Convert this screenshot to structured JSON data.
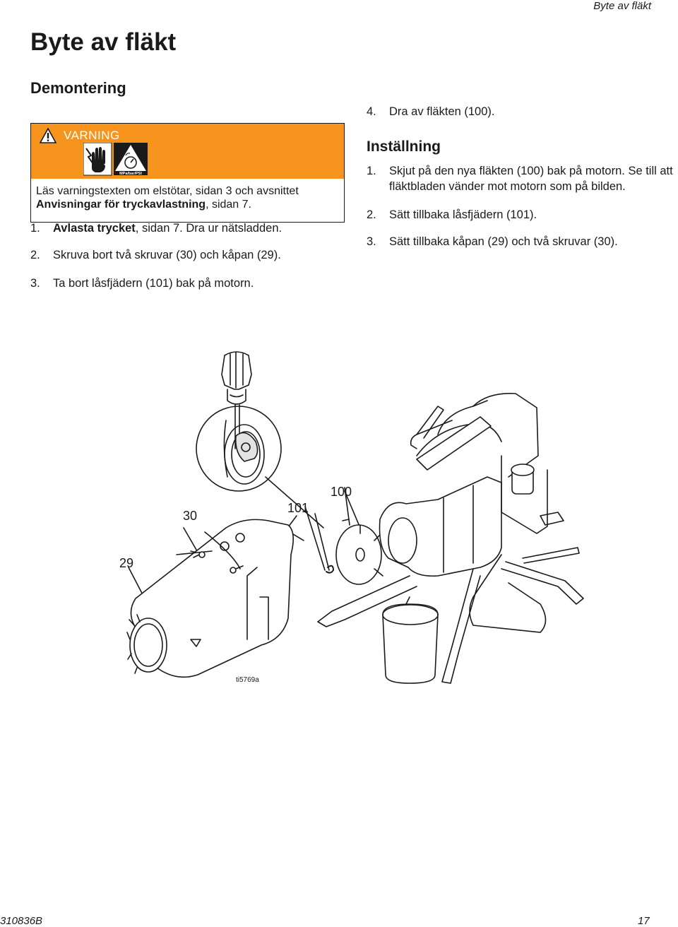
{
  "header": {
    "running_title": "Byte av fläkt"
  },
  "title": "Byte av fläkt",
  "removal": {
    "heading": "Demontering",
    "warning": {
      "label": "VARNING",
      "symbol_text": "MPa/bar/PSI",
      "text_plain_1": "Läs varningstexten om elstötar, sidan 3 och avsnittet ",
      "text_bold": "Anvisningar för tryckavlastning",
      "text_plain_2": ", sidan 7."
    },
    "steps": [
      {
        "num": "1.",
        "bold": "Avlasta trycket",
        "text": ", sidan 7. Dra ur nätsladden."
      },
      {
        "num": "2.",
        "text": "Skruva bort två skruvar (30) och kåpan (29)."
      },
      {
        "num": "3.",
        "text": "Ta bort låsfjädern (101) bak på motorn."
      },
      {
        "num": "4.",
        "text": "Dra av fläkten (100)."
      }
    ]
  },
  "installation": {
    "heading": "Inställning",
    "steps": [
      {
        "num": "1.",
        "text": "Skjut på den nya fläkten (100) bak på motorn. Se till att fläktbladen vänder mot motorn som på bilden."
      },
      {
        "num": "2.",
        "text": "Sätt tillbaka låsfjädern (101)."
      },
      {
        "num": "3.",
        "text": "Sätt tillbaka kåpan (29) och två skruvar (30)."
      }
    ]
  },
  "figure": {
    "callouts": [
      "100",
      "30",
      "101",
      "29"
    ],
    "figure_id": "ti5769a"
  },
  "footer": {
    "doc_number": "310836B",
    "page_number": "17"
  }
}
